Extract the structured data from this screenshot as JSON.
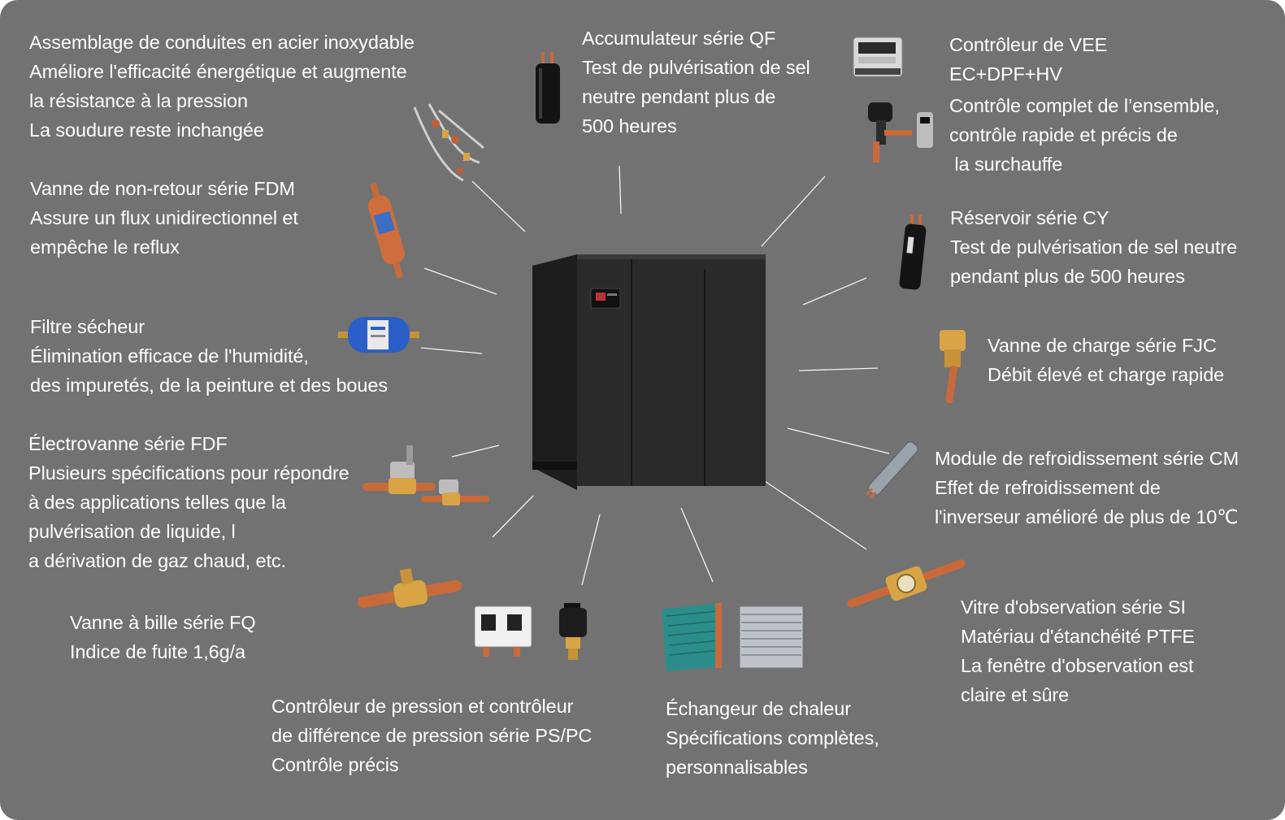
{
  "colors": {
    "background": "#727272",
    "text": "#ffffff",
    "leader_lines": "#f2f2f2",
    "cabinet": "#262626",
    "copper": "#c86a3a",
    "brass": "#d8a445",
    "filter_blue": "#2a5fc8"
  },
  "center": {
    "name": "precision-air-conditioning-cabinet"
  },
  "callouts": [
    {
      "id": "pipe-assembly",
      "icon": "stainless-pipe-assembly",
      "lines": [
        "Assemblage de conduites en acier inoxydable",
        "Améliore l'efficacité énergétique et augmente",
        "la résistance à la pression",
        "La soudure reste inchangée"
      ]
    },
    {
      "id": "check-valve",
      "icon": "check-valve",
      "lines": [
        "Vanne de non-retour série FDM",
        "Assure un flux unidirectionnel et",
        "empêche le reflux"
      ]
    },
    {
      "id": "filter-drier",
      "icon": "filter-drier",
      "lines": [
        "Filtre sécheur",
        "Élimination efficace de l'humidité,",
        "des impuretés, de la peinture et des boues"
      ]
    },
    {
      "id": "solenoid-valve",
      "icon": "solenoid-valve",
      "lines": [
        "Électrovanne série FDF",
        "Plusieurs spécifications pour répondre",
        "à des applications telles que la",
        "pulvérisation de liquide, l",
        "a dérivation de gaz chaud, etc."
      ]
    },
    {
      "id": "ball-valve",
      "icon": "ball-valve",
      "lines": [
        "Vanne à bille série FQ",
        "Indice de fuite 1,6g/a"
      ]
    },
    {
      "id": "pressure-controller",
      "icon": "pressure-switch",
      "lines": [
        "Contrôleur de pression et contrôleur",
        "de différence de pression série PS/PC",
        "Contrôle précis"
      ]
    },
    {
      "id": "heat-exchanger",
      "icon": "heat-exchanger",
      "lines": [
        "Échangeur de chaleur",
        "Spécifications complètes,",
        "personnalisables"
      ]
    },
    {
      "id": "sight-glass",
      "icon": "sight-glass",
      "lines": [
        "Vitre d'observation série SI",
        "Matériau d'étanchéité PTFE",
        "La fenêtre d'observation est",
        "claire et sûre"
      ]
    },
    {
      "id": "cooling-module",
      "icon": "cooling-module",
      "lines": [
        "Module de refroidissement série CM",
        "Effet de refroidissement de",
        "l'inverseur amélioré de plus de 10℃"
      ]
    },
    {
      "id": "charge-valve",
      "icon": "charge-valve",
      "lines": [
        "Vanne de charge série FJC",
        "Débit élevé et charge rapide"
      ]
    },
    {
      "id": "receiver",
      "icon": "receiver-tank",
      "lines": [
        "Réservoir série CY",
        "Test de pulvérisation de sel neutre",
        "pendant plus de 500 heures"
      ]
    },
    {
      "id": "eev-controller",
      "icon": "eev-controller",
      "lines": [
        "Contrôleur de VEE",
        "EC+DPF+HV",
        "Contrôle complet de l’ensemble,",
        "contrôle rapide et précis de",
        " la surchauffe"
      ]
    },
    {
      "id": "accumulator",
      "icon": "accumulator",
      "lines": [
        "Accumulateur série QF",
        "Test de pulvérisation de sel",
        "neutre pendant plus de",
        "500 heures"
      ]
    }
  ]
}
